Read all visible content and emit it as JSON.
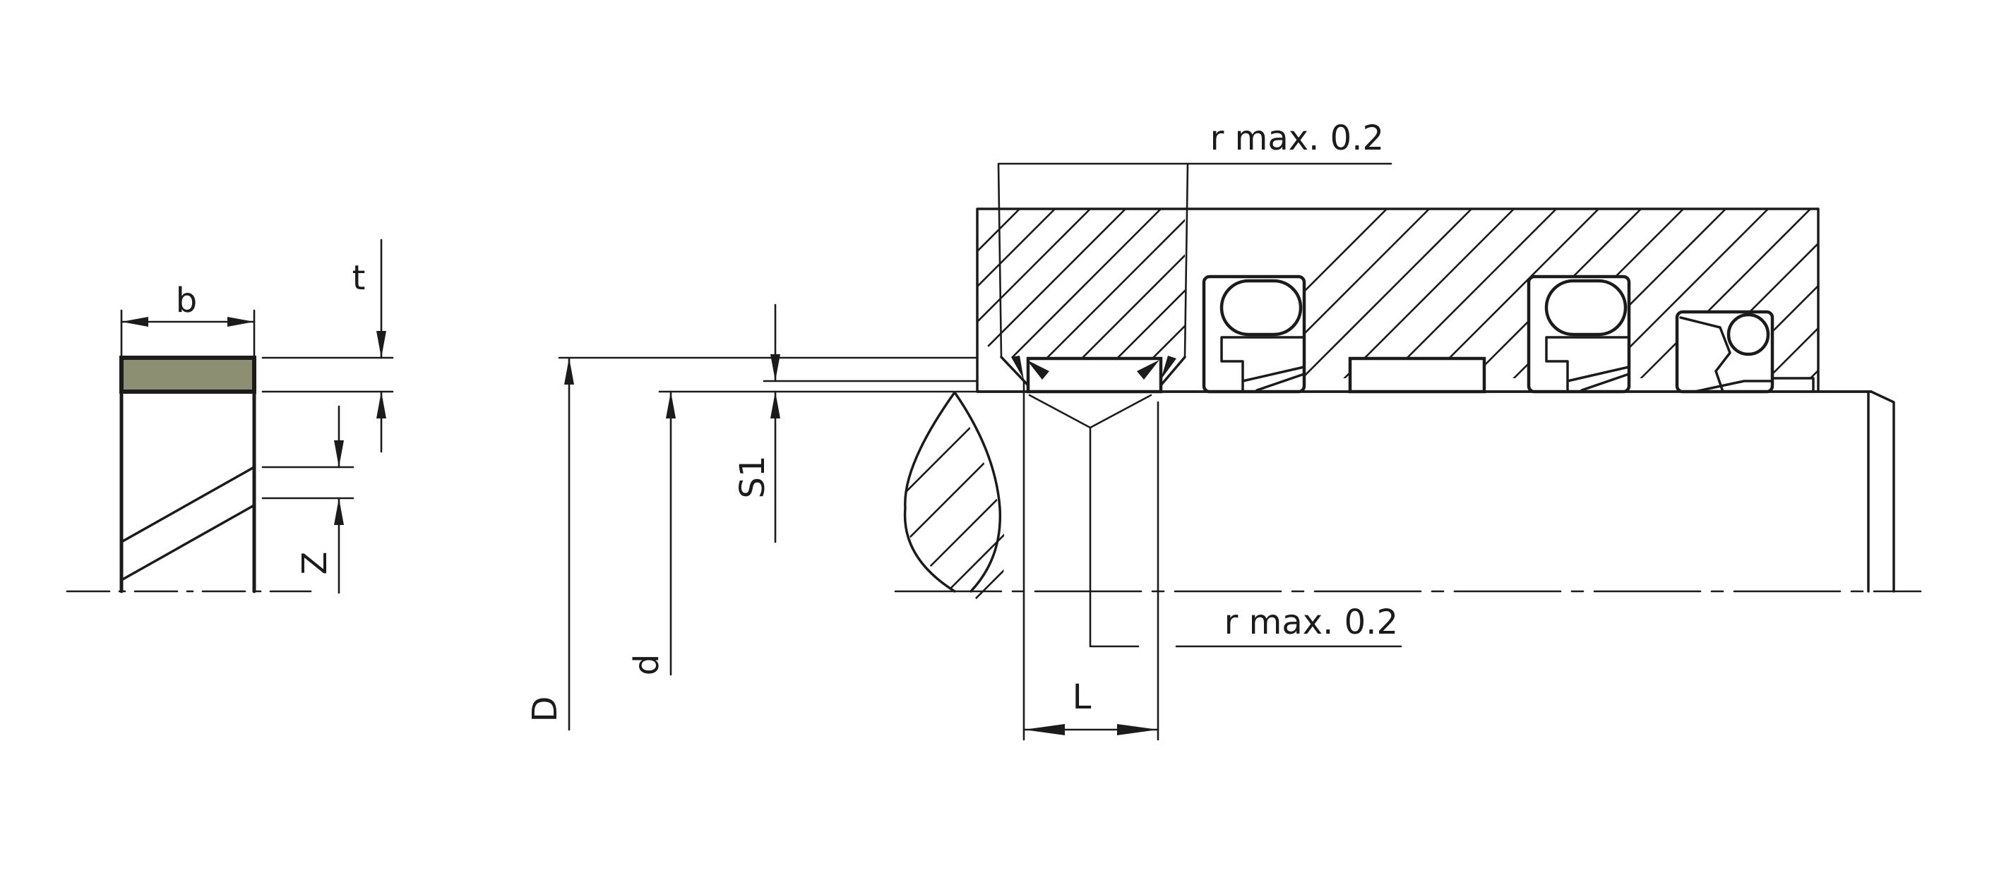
{
  "labels": {
    "b": "b",
    "t": "t",
    "z": "Z",
    "s1": "S1",
    "d": "d",
    "D": "D",
    "L": "L",
    "r_top": "r max. 0.2",
    "r_bottom": "r max. 0.2"
  },
  "colors": {
    "line": "#1b1b1b",
    "guide_ring_fill": "#8d8f72",
    "background": "#ffffff"
  }
}
